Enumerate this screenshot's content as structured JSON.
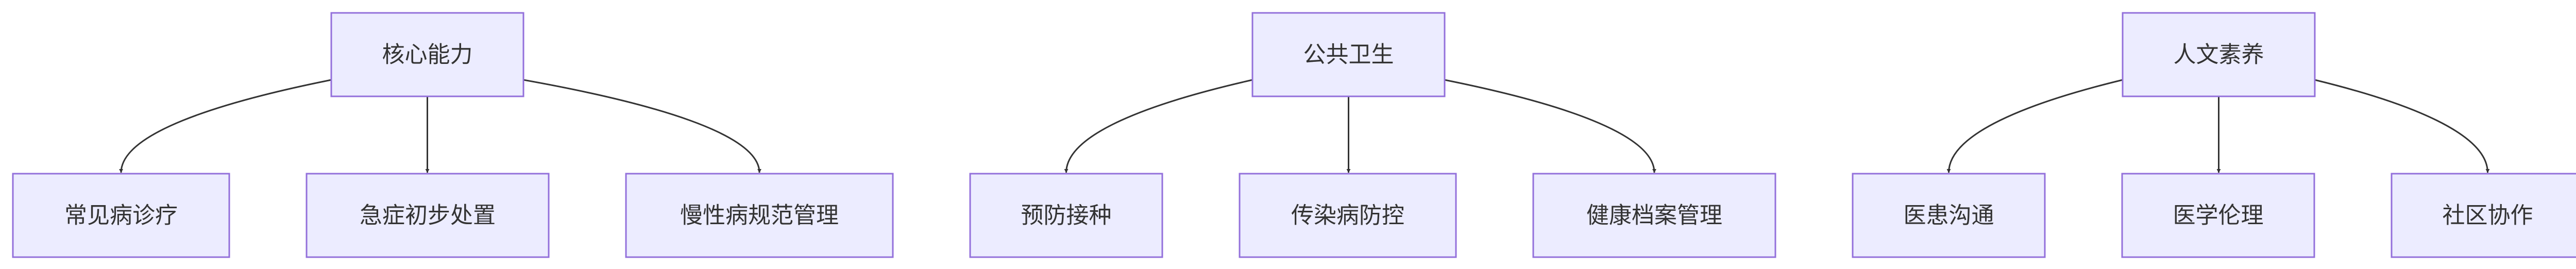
{
  "diagram": {
    "type": "tree",
    "direction": "top-down",
    "colors": {
      "node_fill": "#ececff",
      "node_stroke": "#9370db",
      "edge": "#333333",
      "text": "#333333"
    },
    "groups": [
      {
        "parent": "核心能力",
        "children": [
          "常见病诊疗",
          "急症初步处置",
          "慢性病规范管理"
        ]
      },
      {
        "parent": "公共卫生",
        "children": [
          "预防接种",
          "传染病防控",
          "健康档案管理"
        ]
      },
      {
        "parent": "人文素养",
        "children": [
          "医患沟通",
          "医学伦理",
          "社区协作"
        ]
      }
    ]
  }
}
